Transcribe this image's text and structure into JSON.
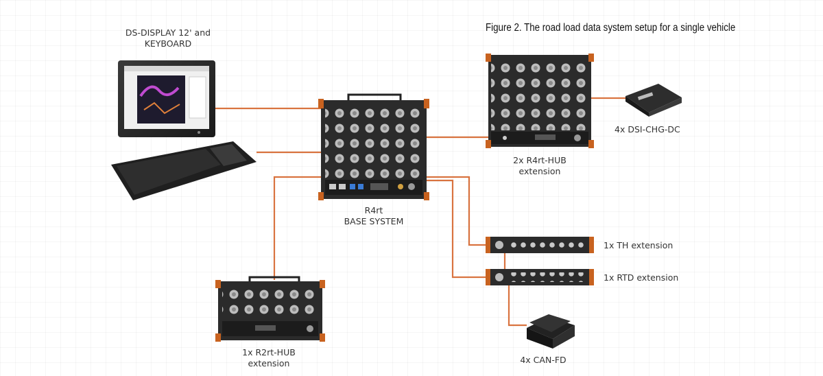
{
  "figure": {
    "caption": "Figure 2. The road load data system setup for a single vehicle"
  },
  "labels": {
    "display_line1": "DS-DISPLAY 12' and",
    "display_line2": "KEYBOARD",
    "base_line1": "R4rt",
    "base_line2": "BASE SYSTEM",
    "hub4_line1": "2x R4rt-HUB",
    "hub4_line2": "extension",
    "dsi": "4x DSI-CHG-DC",
    "th": "1x TH extension",
    "rtd": "1x RTD extension",
    "can": "4x CAN-FD",
    "hub2_line1": "1x R2rt-HUB",
    "hub2_line2": "extension"
  },
  "colors": {
    "cable": "#d9733f",
    "chassis": "#2b2b2b",
    "accent": "#c8621f"
  }
}
